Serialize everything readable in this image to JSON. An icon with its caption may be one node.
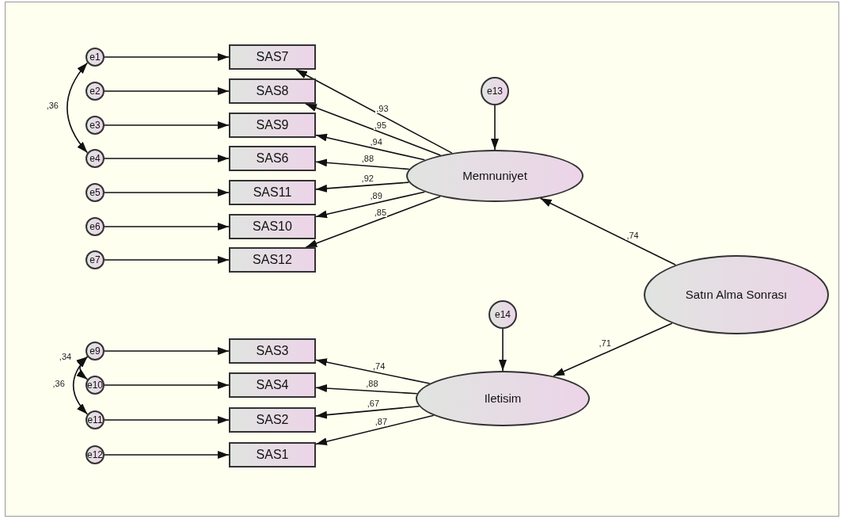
{
  "diagram": {
    "nodes": [
      {
        "text": [
          "e1"
        ]
      },
      {
        "text": [
          "e2"
        ]
      },
      {
        "text": [
          "e3"
        ]
      },
      {
        "text": [
          "e4"
        ]
      },
      {
        "text": [
          "e5"
        ]
      },
      {
        "text": [
          "e6"
        ]
      },
      {
        "text": [
          "e7"
        ]
      },
      {
        "text": [
          "SAS7"
        ]
      },
      {
        "text": [
          "SAS8"
        ]
      },
      {
        "text": [
          "SAS9"
        ]
      },
      {
        "text": [
          "SAS6"
        ]
      },
      {
        "text": [
          "SAS11"
        ]
      },
      {
        "text": [
          "SAS10"
        ]
      },
      {
        "text": [
          "SAS12"
        ]
      },
      {
        "text": [
          "e9"
        ]
      },
      {
        "text": [
          "e10"
        ]
      },
      {
        "text": [
          "e11"
        ]
      },
      {
        "text": [
          "e12"
        ]
      },
      {
        "text": [
          "SAS3"
        ]
      },
      {
        "text": [
          "SAS4"
        ]
      },
      {
        "text": [
          "SAS2"
        ]
      },
      {
        "text": [
          "SAS1"
        ]
      },
      {
        "text": [
          "e13"
        ]
      },
      {
        "text": [
          "Memnuniyet"
        ]
      },
      {
        "text": [
          "e14"
        ]
      },
      {
        "text": [
          "Iletisim"
        ]
      },
      {
        "text": [
          "Satın Alma Sonrası"
        ]
      }
    ],
    "edges": [
      {
        "from": 0,
        "to": 7,
        "arrow": "to"
      },
      {
        "from": 1,
        "to": 8,
        "arrow": "to"
      },
      {
        "from": 2,
        "to": 9,
        "arrow": "to"
      },
      {
        "from": 3,
        "to": 10,
        "arrow": "to"
      },
      {
        "from": 4,
        "to": 11,
        "arrow": "to"
      },
      {
        "from": 5,
        "to": 12,
        "arrow": "to"
      },
      {
        "from": 6,
        "to": 13,
        "arrow": "to"
      },
      {
        "from": 14,
        "to": 18,
        "arrow": "to"
      },
      {
        "from": 15,
        "to": 19,
        "arrow": "to"
      },
      {
        "from": 16,
        "to": 20,
        "arrow": "to"
      },
      {
        "from": 17,
        "to": 21,
        "arrow": "to"
      },
      {
        "from": 23,
        "to": 7,
        "label": ",93",
        "arrow": "to"
      },
      {
        "from": 23,
        "to": 8,
        "label": ",95",
        "arrow": "to"
      },
      {
        "from": 23,
        "to": 9,
        "label": ",94",
        "arrow": "to"
      },
      {
        "from": 23,
        "to": 10,
        "label": ",88",
        "arrow": "to"
      },
      {
        "from": 23,
        "to": 11,
        "label": ",92",
        "arrow": "to"
      },
      {
        "from": 23,
        "to": 12,
        "label": ",89",
        "arrow": "to"
      },
      {
        "from": 23,
        "to": 13,
        "label": ",85",
        "arrow": "to"
      },
      {
        "from": 25,
        "to": 18,
        "label": ",74",
        "arrow": "to"
      },
      {
        "from": 25,
        "to": 19,
        "label": ",88",
        "arrow": "to"
      },
      {
        "from": 25,
        "to": 20,
        "label": ",67",
        "arrow": "to"
      },
      {
        "from": 25,
        "to": 21,
        "label": ",87",
        "arrow": "to"
      },
      {
        "from": 22,
        "to": 23,
        "arrow": "to"
      },
      {
        "from": 24,
        "to": 25,
        "arrow": "to"
      },
      {
        "from": 26,
        "to": 23,
        "label": ",74",
        "arrow": "to"
      },
      {
        "from": 26,
        "to": 25,
        "label": ",71",
        "arrow": "to"
      },
      {
        "from": 0,
        "to": 3,
        "label": ",36",
        "arrow": "both"
      },
      {
        "from": 14,
        "to": 15,
        "label": ",34",
        "arrow": "both"
      },
      {
        "from": 14,
        "to": 16,
        "label": ",36",
        "arrow": "both"
      }
    ]
  }
}
